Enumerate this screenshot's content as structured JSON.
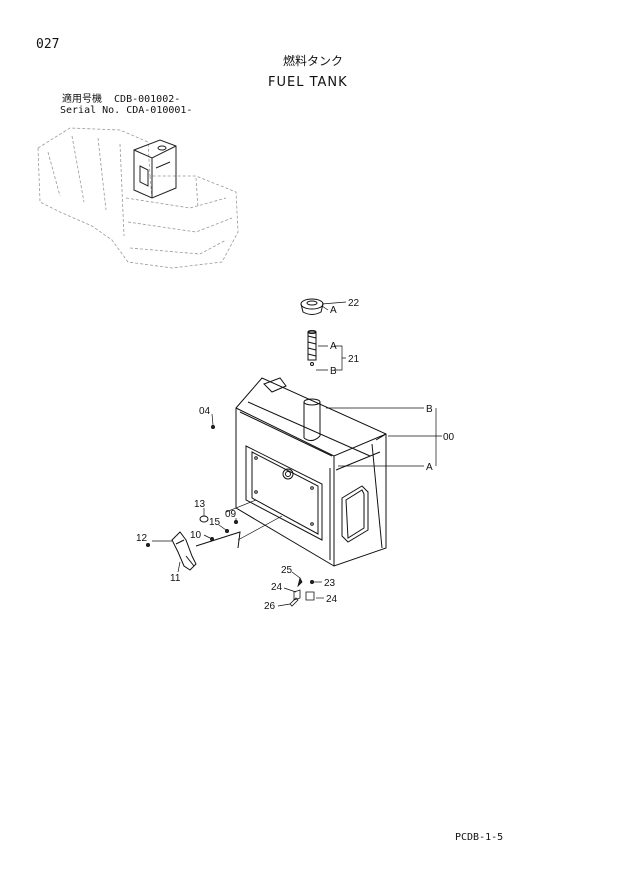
{
  "page": {
    "number": "027",
    "title_jp": "燃料タンク",
    "title_en": "FUEL TANK",
    "serial_line_1": "適用号機  CDB-001002-",
    "serial_line_2": "Serial No. CDA-010001-",
    "footer_code": "PCDB-1-5"
  },
  "callouts": {
    "c22": "22",
    "c21": "21",
    "c00": "00",
    "c04": "04",
    "c13": "13",
    "c15": "15",
    "c09": "09",
    "c10": "10",
    "c12": "12",
    "c11": "11",
    "c25": "25",
    "c23": "23",
    "c24a": "24",
    "c24b": "24",
    "c26": "26"
  },
  "links": {
    "a1": "A",
    "a2": "A",
    "a3": "A",
    "b1": "B",
    "b2": "B"
  }
}
